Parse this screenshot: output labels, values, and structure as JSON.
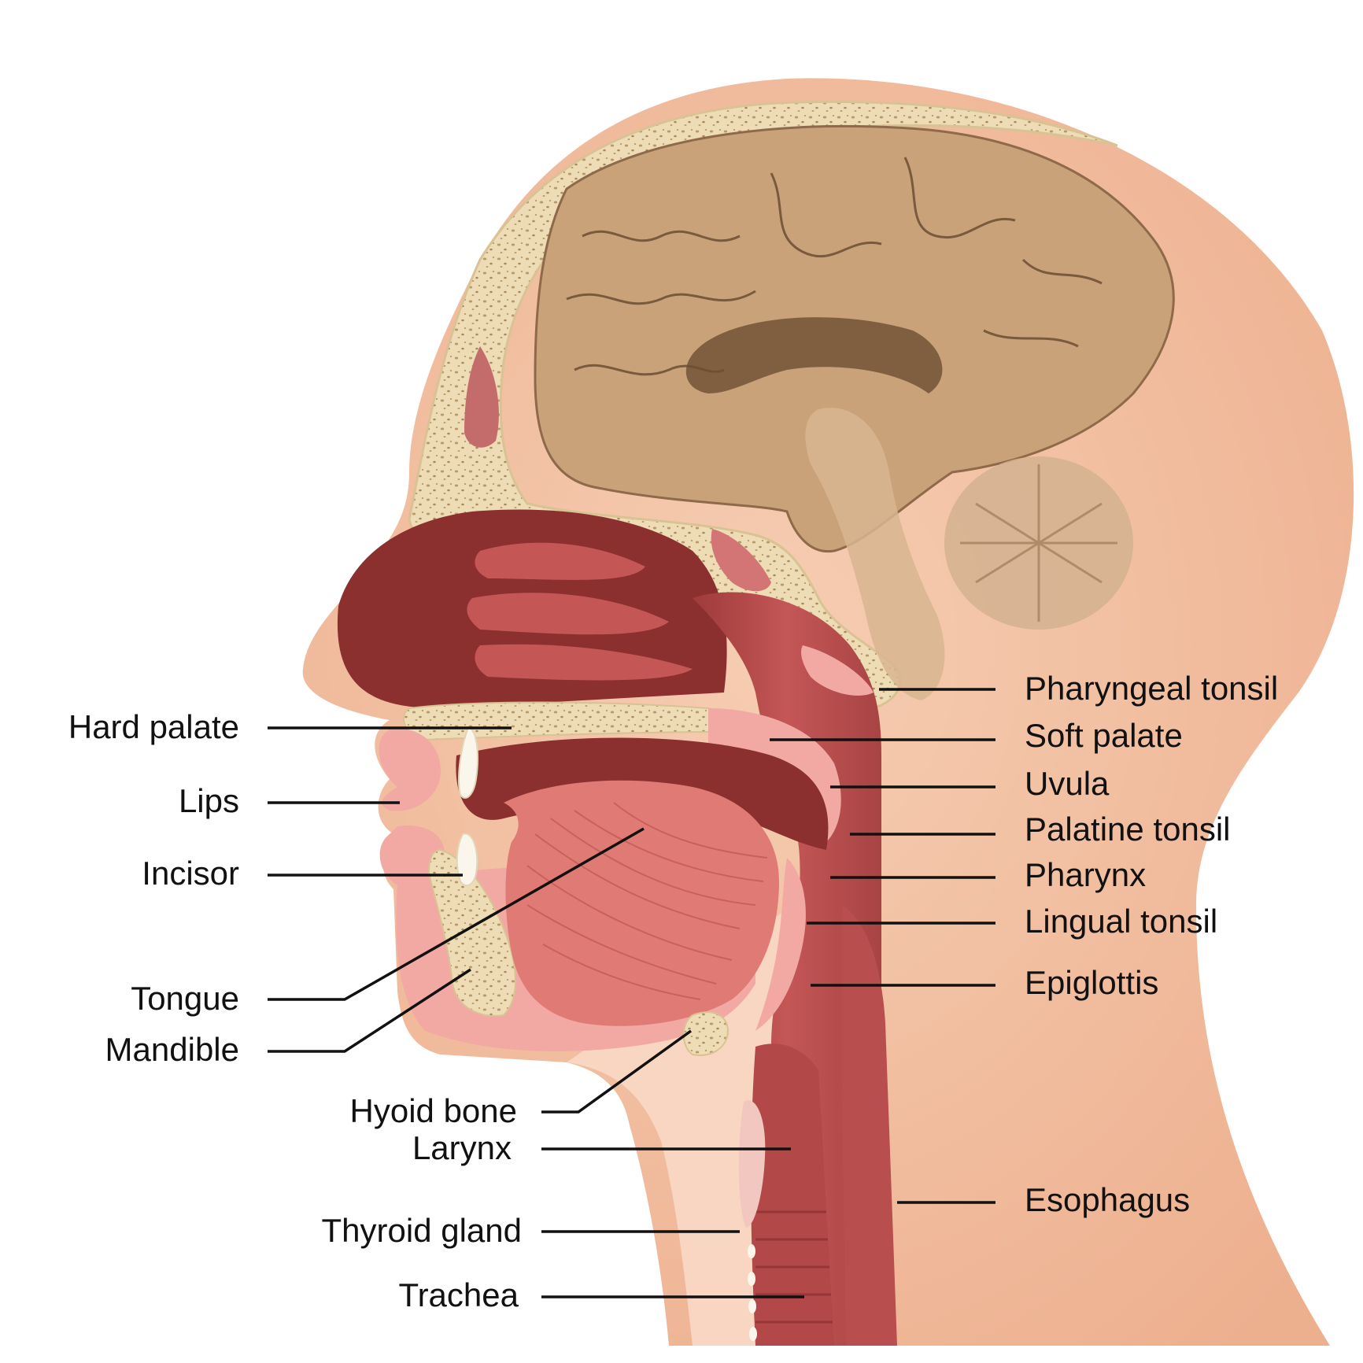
{
  "diagram": {
    "labels_left": {
      "hard_palate": "Hard palate",
      "lips": "Lips",
      "incisor": "Incisor",
      "tongue": "Tongue",
      "mandible": "Mandible",
      "hyoid_bone": "Hyoid bone",
      "larynx": "Larynx",
      "thyroid_gland": "Thyroid gland",
      "trachea": "Trachea"
    },
    "labels_right": {
      "pharyngeal_tonsil": "Pharyngeal tonsil",
      "soft_palate": "Soft palate",
      "uvula": "Uvula",
      "palatine_tonsil": "Palatine tonsil",
      "pharynx": "Pharynx",
      "lingual_tonsil": "Lingual tonsil",
      "epiglottis": "Epiglottis",
      "esophagus": "Esophagus"
    }
  },
  "colors": {
    "skin": "#F1C2A3",
    "skin_light": "#F8D9C6",
    "bone": "#EEDCB6",
    "brain": "#C9A27A",
    "brain_dark": "#8E6A4A",
    "tissue_dark": "#8B2F2F",
    "tissue": "#C45656",
    "tissue_light": "#E8807A",
    "pink": "#F2A9A4",
    "tooth": "#FAF6EC",
    "leader": "#111111"
  }
}
